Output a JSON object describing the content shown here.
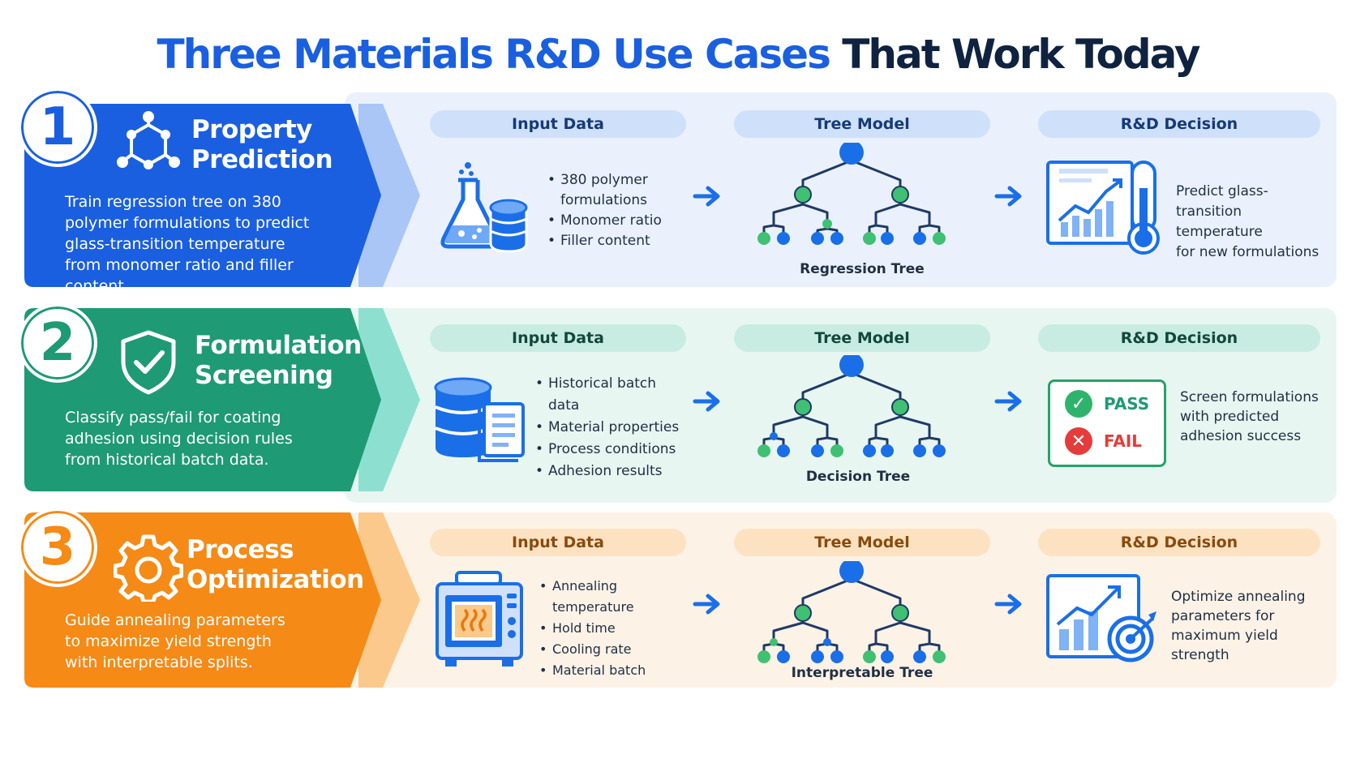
{
  "title": {
    "part1": "Three Materials R&D Use Cases",
    "part2": "That Work Today"
  },
  "columns": {
    "input": "Input Data",
    "model": "Tree Model",
    "decision": "R&D Decision"
  },
  "colors": {
    "blue": "#1a5fe0",
    "green": "#1e9a74",
    "orange": "#f58a16",
    "tree_blue": "#1a6fe8",
    "tree_green": "#3fc073"
  },
  "rows": [
    {
      "number": "1",
      "title_line1": "Property",
      "title_line2": "Prediction",
      "description": [
        "Train regression tree on 380",
        "polymer formulations to predict",
        "glass-transition temperature",
        "from monomer ratio and filler content."
      ],
      "icon": "molecule-icon",
      "input_icon": "flask-database-icon",
      "inputs": [
        "380 polymer formulations",
        "Monomer ratio",
        "Filler content"
      ],
      "tree_label": "Regression Tree",
      "decision_icon": "chart-thermometer-icon",
      "decision": [
        "Predict glass-",
        "transition temperature",
        "for new formulations"
      ]
    },
    {
      "number": "2",
      "title_line1": "Formulation",
      "title_line2": "Screening",
      "description": [
        "Classify pass/fail for coating",
        "adhesion using decision rules",
        "from historical batch data."
      ],
      "icon": "shield-check-icon",
      "input_icon": "database-document-icon",
      "inputs": [
        "Historical batch data",
        "Material properties",
        "Process conditions",
        "Adhesion results"
      ],
      "tree_label": "Decision Tree",
      "decision_icon": "pass-fail-icon",
      "pass_label": "PASS",
      "fail_label": "FAIL",
      "decision": [
        "Screen formulations",
        "with predicted",
        "adhesion success"
      ]
    },
    {
      "number": "3",
      "title_line1": "Process",
      "title_line2": "Optimization",
      "description": [
        "Guide annealing parameters",
        "to maximize yield strength",
        "with interpretable splits."
      ],
      "icon": "gear-icon",
      "input_icon": "furnace-icon",
      "inputs": [
        "Annealing temperature",
        "Hold time",
        "Cooling rate",
        "Material batch"
      ],
      "tree_label": "Interpretable Tree",
      "decision_icon": "chart-target-icon",
      "decision": [
        "Optimize annealing",
        "parameters for",
        "maximum yield strength"
      ]
    }
  ]
}
